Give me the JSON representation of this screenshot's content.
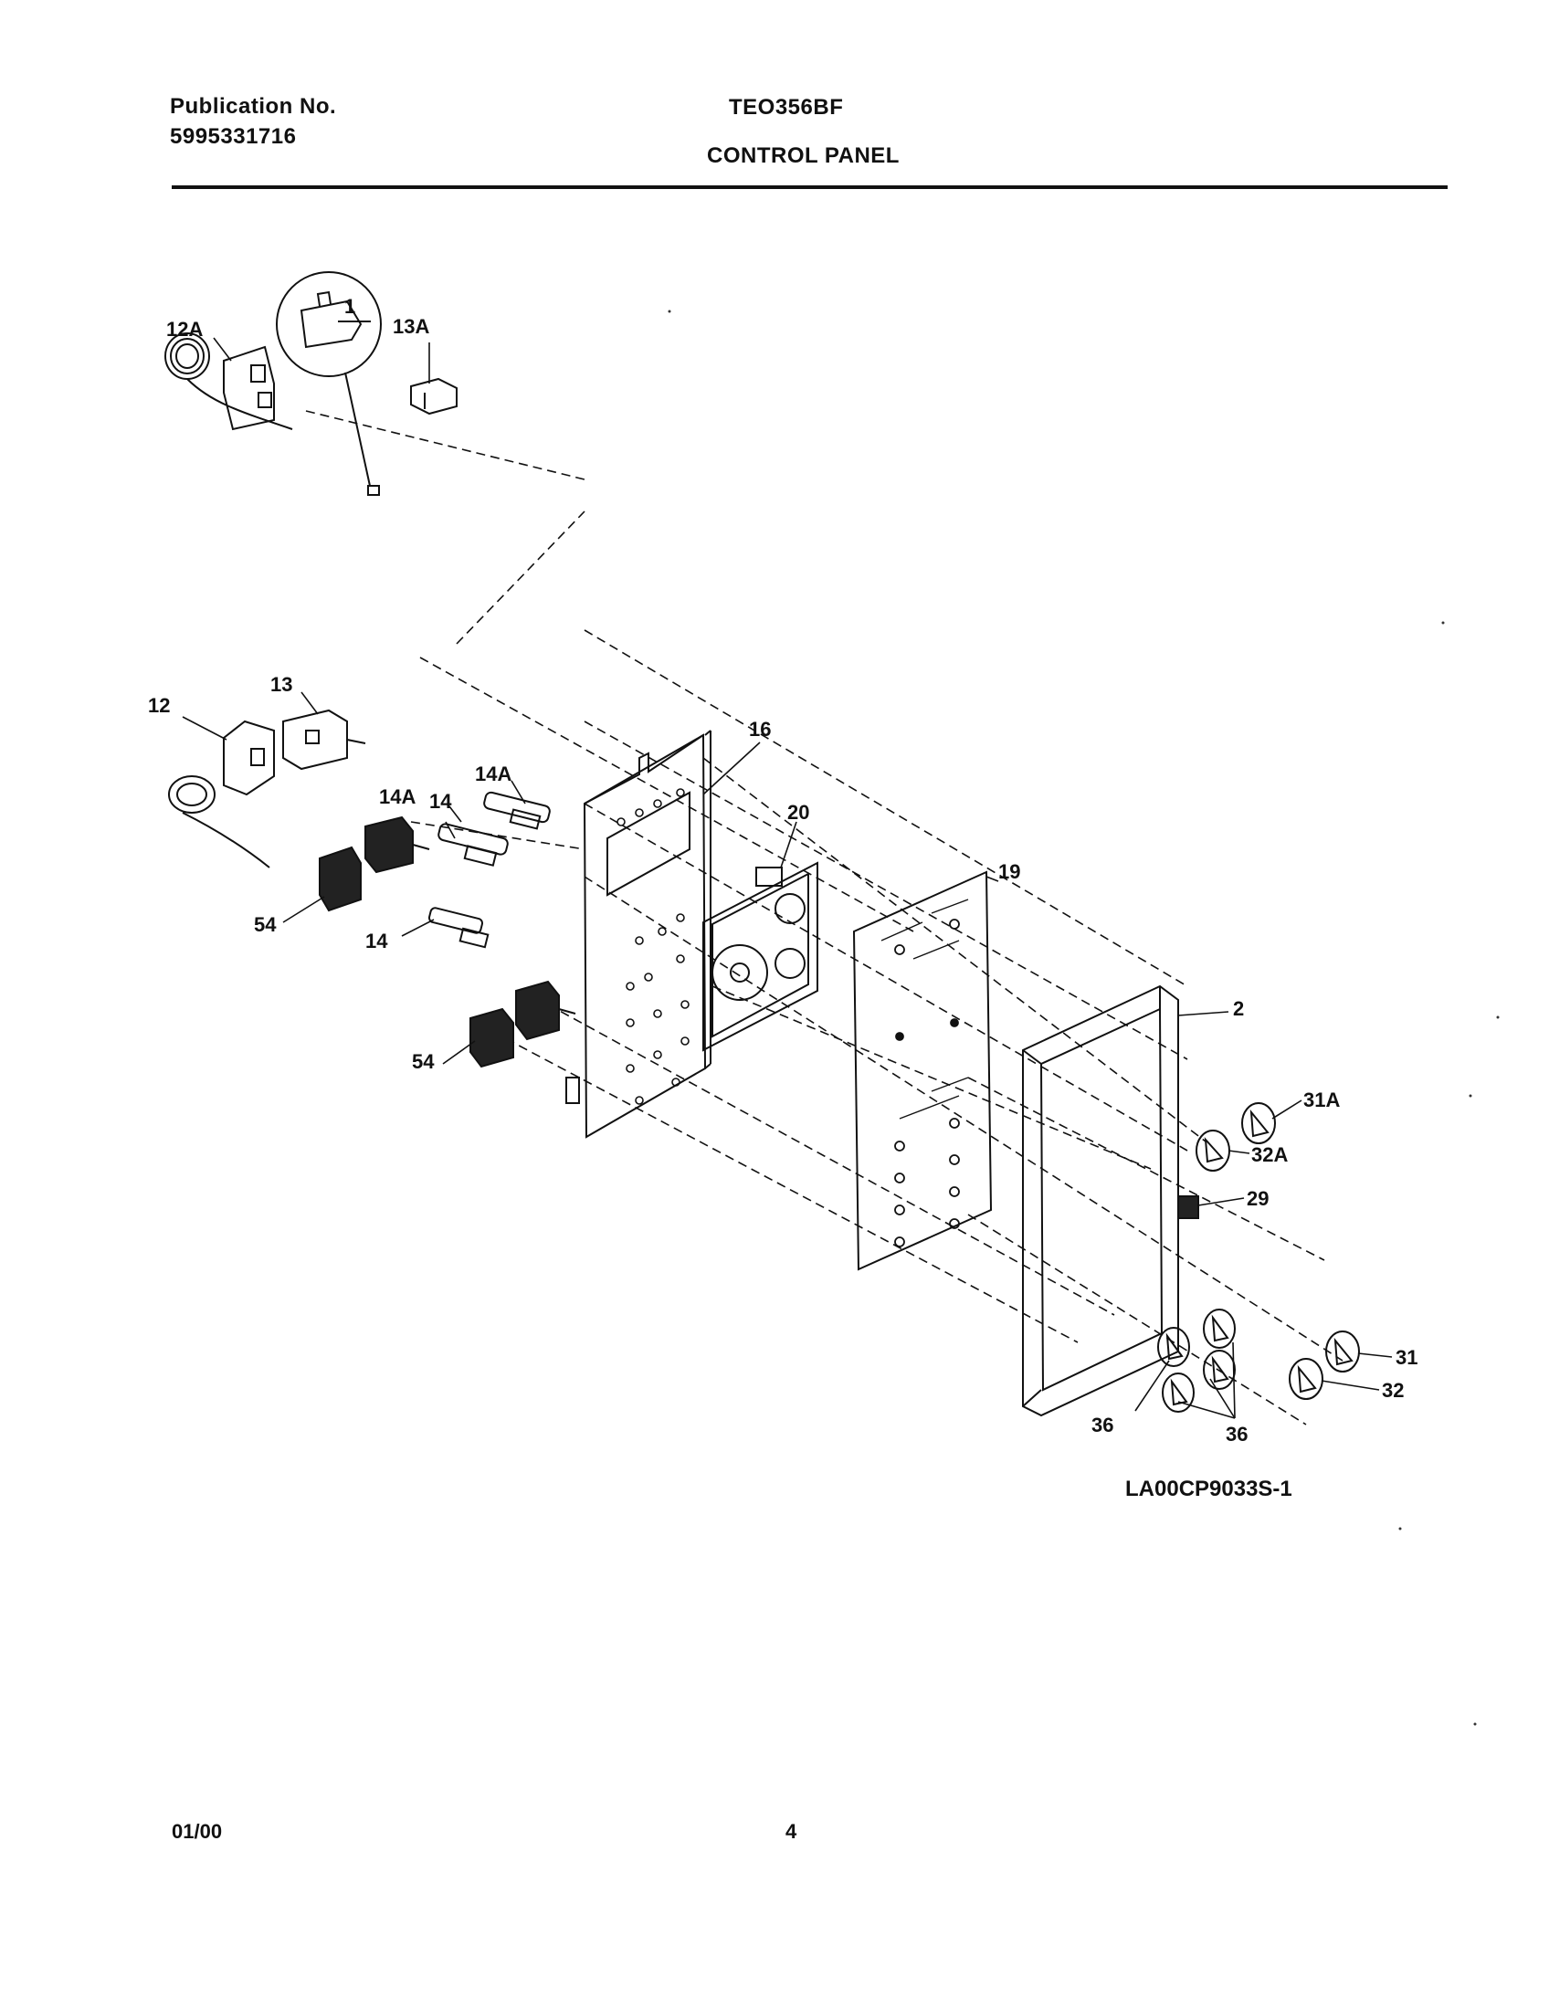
{
  "header": {
    "publication_label": "Publication No.",
    "publication_number": "5995331716",
    "model": "TEO356BF",
    "section_title": "CONTROL PANEL"
  },
  "diagram": {
    "callouts": [
      "1",
      "12A",
      "13A",
      "13",
      "12",
      "16",
      "14A",
      "14A",
      "14",
      "20",
      "19",
      "54",
      "14",
      "2",
      "54",
      "31A",
      "32A",
      "29",
      "31",
      "32",
      "36",
      "36"
    ],
    "reference_code": "LA00CP9033S-1"
  },
  "footer": {
    "date": "01/00",
    "page": "4"
  }
}
